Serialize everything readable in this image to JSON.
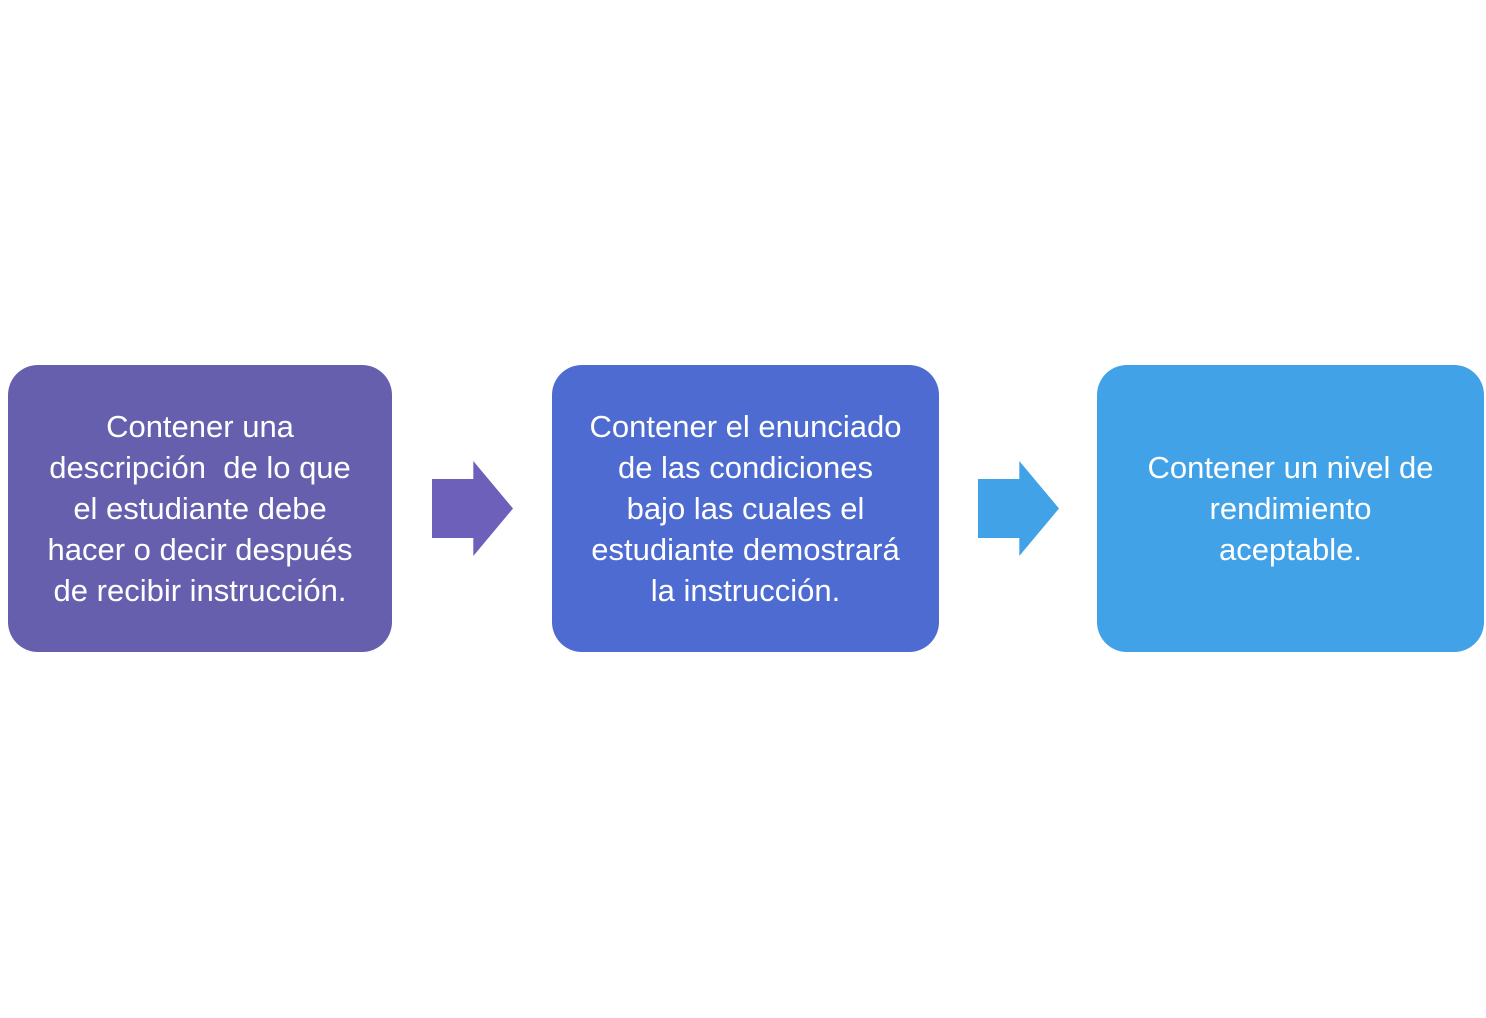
{
  "diagram": {
    "background_color": "#ffffff",
    "text_color": "#ffffff",
    "boxes": [
      {
        "text": "Contener una\ndescripción  de lo que\nel estudiante debe\nhacer o decir después\nde recibir instrucción.",
        "color": "#665fae"
      },
      {
        "text": "Contener el enunciado\nde las condiciones\nbajo las cuales el\nestudiante demostrará\nla instrucción.",
        "color": "#4e6bd1"
      },
      {
        "text": "Contener un nivel de\nrendimiento\naceptable.",
        "color": "#41a2e8"
      }
    ],
    "arrows": [
      {
        "direction": "right",
        "color": "#6c60ba"
      },
      {
        "direction": "right",
        "color": "#41a2e8"
      }
    ]
  }
}
